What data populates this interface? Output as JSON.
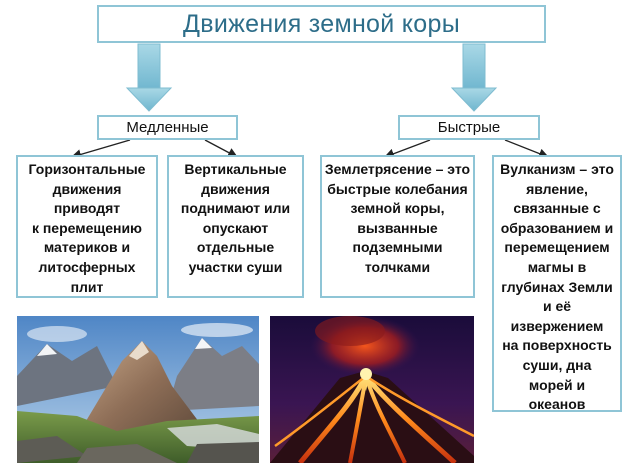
{
  "title": "Движения земной коры",
  "categories": {
    "slow": "Медленные",
    "fast": "Быстрые"
  },
  "descriptions": {
    "horizontal": "Горизонтальные\nдвижения\nприводят\nк перемещению\nматериков и\nлитосферных\nплит",
    "vertical": "Вертикальные\nдвижения\nподнимают или\nопускают\nотдельные\nучастки суши",
    "earthquake": "Землетрясение – это\nбыстрые колебания\nземной коры,\nвызванные\nподземными\nтолчками",
    "volcanism": "Вулканизм – это\nявление,\nсвязанные с\nобразованием и\nперемещением\nмагмы в\nглубинах Земли\nи её\nизвержением\nна поверхность\nсуши, дна\nморей и\nокеанов"
  },
  "colors": {
    "box_border": "#8fc5d6",
    "title_text": "#2d6d89",
    "big_arrow": "#8fcbdd"
  },
  "images": {
    "mountains": "mountain-landscape-photo",
    "volcano": "erupting-volcano-photo"
  }
}
